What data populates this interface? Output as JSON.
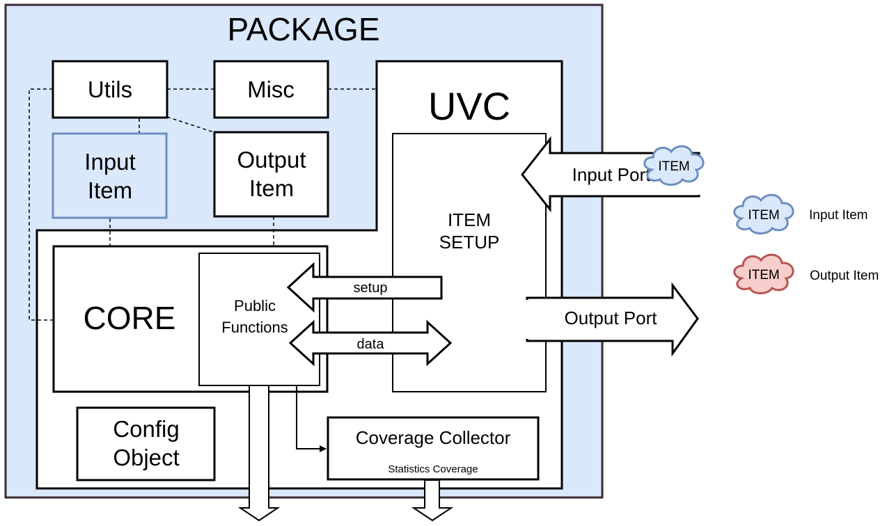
{
  "diagram": {
    "package": {
      "title": "PACKAGE"
    },
    "utils": {
      "label": "Utils"
    },
    "misc": {
      "label": "Misc"
    },
    "input_item": {
      "line1": "Input",
      "line2": "Item"
    },
    "output_item": {
      "line1": "Output",
      "line2": "Item"
    },
    "uvc": {
      "title": "UVC"
    },
    "item_setup": {
      "line1": "ITEM",
      "line2": "SETUP"
    },
    "core": {
      "label": "CORE"
    },
    "public_functions": {
      "line1": "Public",
      "line2": "Functions"
    },
    "config_object": {
      "line1": "Config",
      "line2": "Object"
    },
    "coverage_collector": {
      "title": "Coverage Collector",
      "subtitle": "Statistics Coverage"
    },
    "arrows": {
      "input_port": "Input Port",
      "output_port": "Output Port",
      "setup": "setup",
      "data": "data"
    },
    "item_cloud": "ITEM",
    "legend": {
      "items": [
        {
          "cloud": "ITEM",
          "label": "Input Item"
        },
        {
          "cloud": "ITEM",
          "label": "Output Item"
        }
      ]
    }
  },
  "colors": {
    "package_fill": "#dae8fc",
    "package_border": "#3b2a35",
    "input_item_border": "#6c8ebf",
    "input_cloud_fill": "#dae8fc",
    "input_cloud_stroke": "#6c8ebf",
    "output_cloud_fill": "#f8cecc",
    "output_cloud_stroke": "#b85450"
  }
}
